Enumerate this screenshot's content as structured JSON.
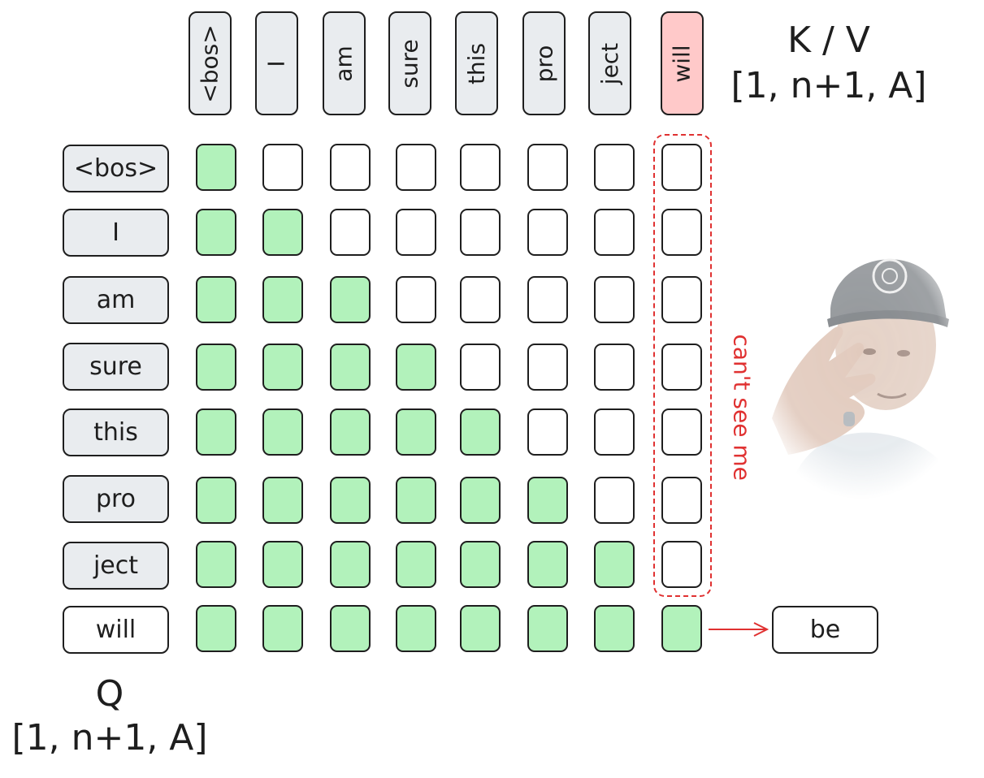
{
  "kv_label": {
    "line1": "K / V",
    "line2": "[1, n+1, A]"
  },
  "q_label": {
    "line1": "Q",
    "line2": "[1, n+1, A]"
  },
  "tokens": [
    "<bos>",
    "I",
    "am",
    "sure",
    "this",
    "pro",
    "ject",
    "will"
  ],
  "output_token": "be",
  "mask_note": "can't see me",
  "colors": {
    "token_fill": "#e9ecef",
    "new_token_fill": "#ffc9c9",
    "attend_fill": "#b2f2bb",
    "mask_stroke": "#e03131"
  },
  "attention_mask": [
    [
      1,
      0,
      0,
      0,
      0,
      0,
      0,
      0
    ],
    [
      1,
      1,
      0,
      0,
      0,
      0,
      0,
      0
    ],
    [
      1,
      1,
      1,
      0,
      0,
      0,
      0,
      0
    ],
    [
      1,
      1,
      1,
      1,
      0,
      0,
      0,
      0
    ],
    [
      1,
      1,
      1,
      1,
      1,
      0,
      0,
      0
    ],
    [
      1,
      1,
      1,
      1,
      1,
      1,
      0,
      0
    ],
    [
      1,
      1,
      1,
      1,
      1,
      1,
      1,
      0
    ],
    [
      1,
      1,
      1,
      1,
      1,
      1,
      1,
      1
    ]
  ],
  "photo": {
    "icon": "person-cap-face-palm"
  }
}
